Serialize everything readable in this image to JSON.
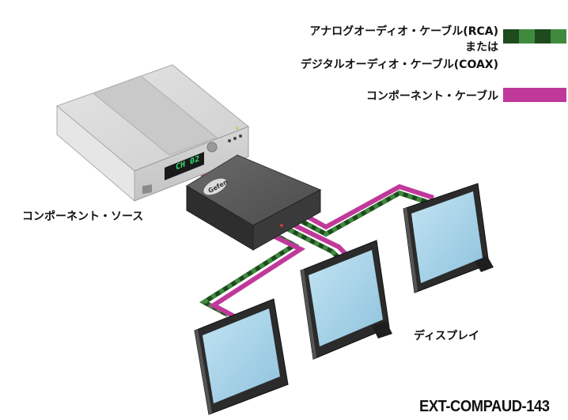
{
  "legend": {
    "analog_line1": "アナログオーディオ・ケーブル(RCA)",
    "analog_line2": "または",
    "analog_line3": "デジタルオーディオ・ケーブル(COAX)",
    "component_label": "コンポーネント・ケーブル"
  },
  "labels": {
    "component_source": "コンポーネント・ソース",
    "displays": "ディスプレイ",
    "model": "EXT-COMPAUD-143"
  },
  "device": {
    "source_display_text": "CH 02",
    "extender_logo": "Gefen"
  },
  "colors": {
    "component_cable": "#c0399a",
    "audio_cable_dark": "#1e4a1e",
    "audio_cable_light": "#3f8a3f",
    "screen": "#a9d6ec",
    "extender_body": "#4a4a4a"
  }
}
